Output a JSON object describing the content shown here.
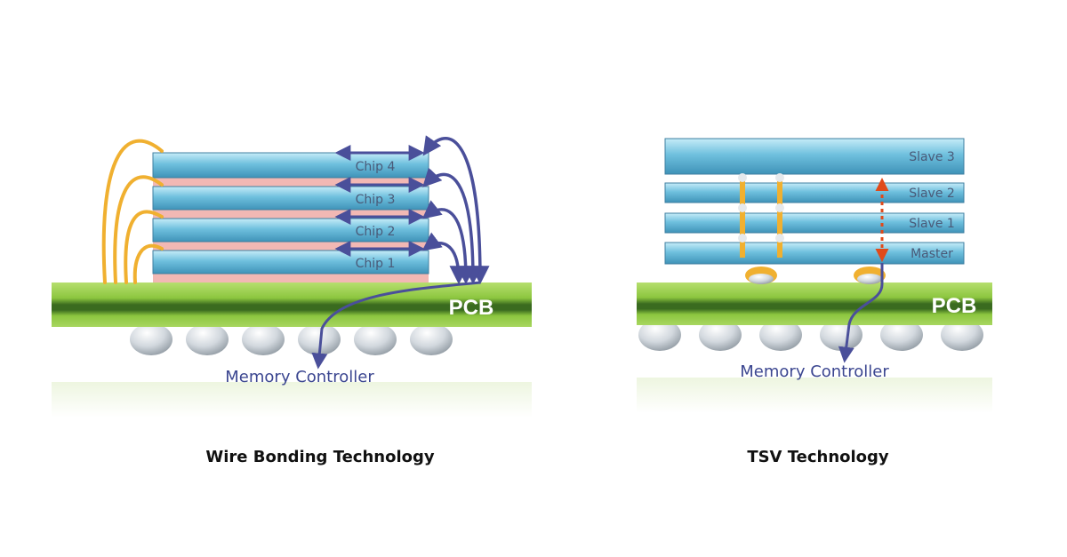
{
  "left_panel": {
    "chips": [
      "Chip 4",
      "Chip 3",
      "Chip 2",
      "Chip 1"
    ],
    "pcb_label": "PCB",
    "controller_label": "Memory Controller",
    "caption": "Wire Bonding Technology"
  },
  "right_panel": {
    "chips": [
      "Slave 3",
      "Slave 2",
      "Slave 1",
      "Master"
    ],
    "pcb_label": "PCB",
    "controller_label": "Memory Controller",
    "caption": "TSV Technology"
  },
  "colors": {
    "chip_fill": "#5fb4d4",
    "chip_light": "#a9dcef",
    "spacer_pink": "#f2b8b4",
    "pcb_green": "#8cc63f",
    "pcb_dark": "#3a6b1f",
    "wire_orange": "#f0b030",
    "signal_arrow": "#4a4f9a",
    "tsv_signal": "#e04a1a",
    "solder_ball": "#d8dde2",
    "label_text": "#4a5a78",
    "controller_text": "#3b4690"
  }
}
